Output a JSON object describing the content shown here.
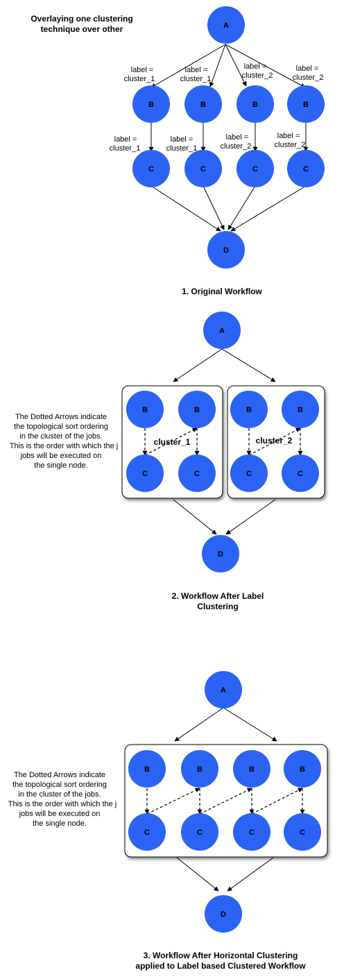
{
  "heading": [
    "Overlaying one clustering",
    "technique over other"
  ],
  "node_color": "#2b63f5",
  "nodes": {
    "a": "A",
    "b": "B",
    "c": "C",
    "d": "D"
  },
  "edge_labels": {
    "label_line": "label =",
    "cluster_1": "cluster_1",
    "cluster_2": "cluster_2"
  },
  "diagrams": [
    {
      "caption": [
        "1. Original Workflow"
      ]
    },
    {
      "caption": [
        "2. Workflow After Label",
        "Clustering"
      ],
      "cluster_labels": [
        "cluster_1",
        "cluster_2"
      ],
      "note": [
        "The Dotted Arrows indicate",
        "the topological sort ordering",
        "in the cluster of the jobs.",
        "This is the order with which the j",
        "jobs will be executed on",
        "the single node."
      ]
    },
    {
      "caption": [
        "3. Workflow After Horizontal Clustering",
        "applied  to Label based Clustered Workflow"
      ],
      "note": [
        "The Dotted Arrows indicate",
        "the topological sort ordering",
        "in the cluster of the jobs.",
        "This is the order with which the j",
        "jobs will be executed on",
        "the single node."
      ]
    }
  ]
}
